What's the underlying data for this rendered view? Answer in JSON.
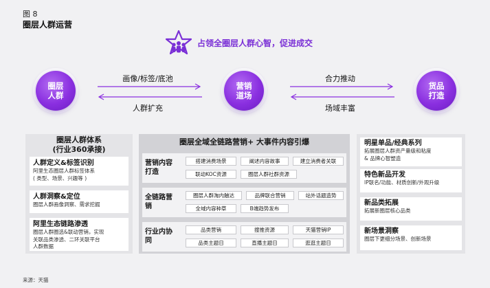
{
  "figure_label": "图 8",
  "figure_title": "圈层人群运营",
  "slogan": "占领全圈层人群心智，促进成交",
  "circles": [
    "圈层人群",
    "营销道场",
    "货品打造"
  ],
  "arrows": {
    "left_top": "画像/标签/底池",
    "left_bottom": "人群扩充",
    "right_top": "合力推动",
    "right_bottom": "场域丰富"
  },
  "colors": {
    "accent": "#8a2fe0",
    "slogan": "#7a2fd6"
  },
  "left_column": {
    "title_line1": "圈层人群体系",
    "title_line2": "(行业360承接)",
    "cards": [
      {
        "title": "人群定义&标签识别",
        "desc": "阿里生态圈层人群标签体系\n( 类型、场景、兴趣等 )"
      },
      {
        "title": "人群洞察&定位",
        "desc": "圈层人群画像洞察、需求挖掘"
      },
      {
        "title": "阿里生态链路渗透",
        "desc": "圈层人群圈选&联动营销，实现\n关联品类渗透、二环关联平台\n人群数据"
      }
    ]
  },
  "middle_column": {
    "title": "圈层全域全链路营销+ 大事件内容引爆",
    "blocks": [
      {
        "label": "营销内容打造",
        "tags": [
          "搭建消费场景",
          "阐述内容故事",
          "建立消费者关联",
          "联动KOC资源",
          "圈层人群社群资源"
        ]
      },
      {
        "label": "全链路营销",
        "tags": [
          "圈层人群淘内触达",
          "品牌联合营销",
          "站外话题造势",
          "全域内容种草",
          "B端趋势发布"
        ]
      },
      {
        "label": "行业内协同",
        "tags": [
          "品类营销",
          "搜推资源",
          "天猫营销IP",
          "品类主题日",
          "直播主题日",
          "逛逛主题日"
        ]
      }
    ]
  },
  "right_column": {
    "cards": [
      {
        "title": "明星单品/经典系列",
        "desc": "拓展圈层人群资产量级和粘度\n& 品牌心智塑造"
      },
      {
        "title": "特色新品开发",
        "desc": "IP联名/功能、材质创新/外观升级"
      },
      {
        "title": "新品类拓展",
        "desc": "拓展新圈层核心品类"
      },
      {
        "title": "新场景洞察",
        "desc": "圈层下更细分场景、创新场景"
      }
    ]
  },
  "source": "来源：天猫"
}
